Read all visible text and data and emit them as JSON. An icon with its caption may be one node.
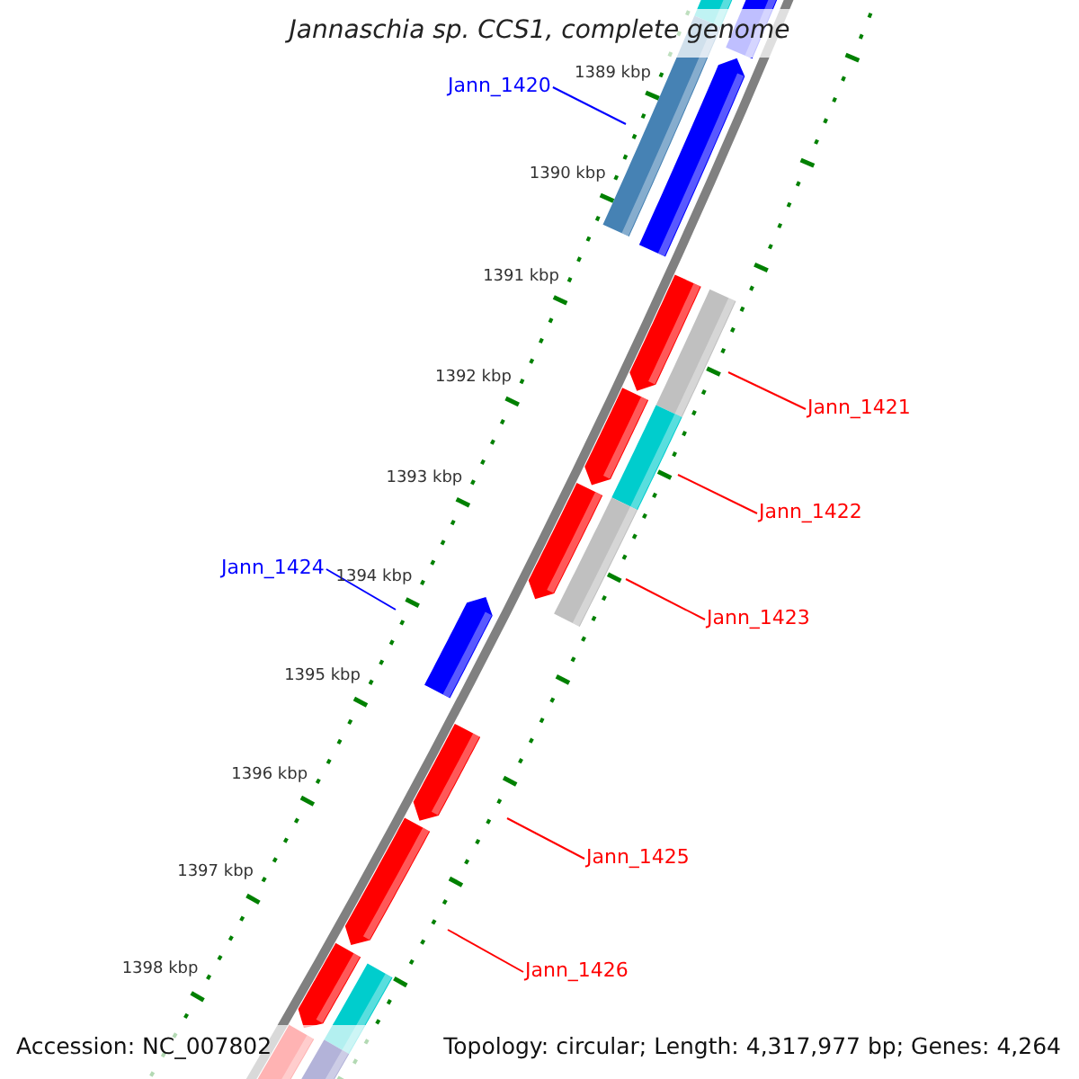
{
  "diagram": {
    "title": "Jannaschia sp. CCS1, complete genome",
    "nodes": [
      {
        "text": [
          "Jann_1420"
        ]
      },
      {
        "text": [
          "Jann_1421"
        ]
      },
      {
        "text": [
          "Jann_1422"
        ]
      },
      {
        "text": [
          "Jann_1423"
        ]
      },
      {
        "text": [
          "Jann_1424"
        ]
      },
      {
        "text": [
          "Jann_1425"
        ]
      },
      {
        "text": [
          "Jann_1426"
        ]
      }
    ],
    "edges": [
      {
        "from": 0,
        "to": null,
        "arrow": "none",
        "color": "#0000ff"
      },
      {
        "from": 1,
        "to": null,
        "arrow": "none"
      },
      {
        "from": 2,
        "to": null,
        "arrow": "none"
      },
      {
        "from": 3,
        "to": null,
        "arrow": "none"
      },
      {
        "from": 4,
        "to": null,
        "arrow": "none",
        "color": "#0000ff"
      },
      {
        "from": 5,
        "to": null,
        "arrow": "none"
      },
      {
        "from": 6,
        "to": null,
        "arrow": "none"
      }
    ],
    "labels": [
      "1389 kbp",
      "1390 kbp",
      "1391 kbp",
      "1392 kbp",
      "1393 kbp",
      "1394 kbp",
      "1395 kbp",
      "1396 kbp",
      "1397 kbp",
      "1398 kbp",
      "Accession: NC_007802",
      "Topology: circular; Length: 4,317,977 bp; Genes: 4,264"
    ]
  }
}
